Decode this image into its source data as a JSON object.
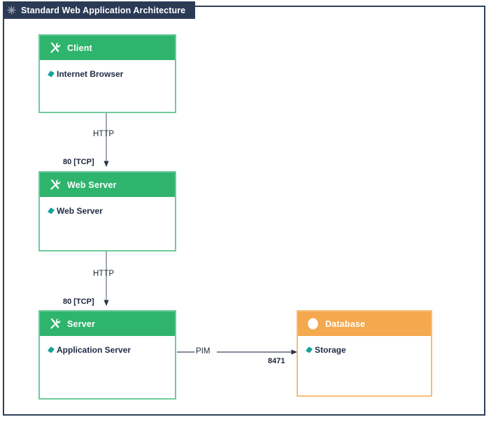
{
  "window": {
    "title": "Standard Web Application Architecture",
    "title_icon": "snowflake-icon",
    "border_color": "#2e4057",
    "title_bar_color": "#2b3a55"
  },
  "theme": {
    "green": "#2fb46e",
    "green_border": "#6ecb9b",
    "orange": "#f4a94e",
    "orange_border": "#f6bd79",
    "diamond": "#12a19a",
    "text": "#1f2a44"
  },
  "diagram": {
    "nodes": [
      {
        "id": "client",
        "title": "Client",
        "icon": "tools-icon",
        "color": "green",
        "items": [
          {
            "label": "Internet Browser",
            "icon": "diamond-bullet-icon"
          }
        ]
      },
      {
        "id": "web-server",
        "title": "Web Server",
        "icon": "tools-icon",
        "color": "green",
        "items": [
          {
            "label": "Web Server",
            "icon": "diamond-bullet-icon"
          }
        ]
      },
      {
        "id": "server",
        "title": "Server",
        "icon": "tools-icon",
        "color": "green",
        "items": [
          {
            "label": "Application Server",
            "icon": "diamond-bullet-icon"
          }
        ]
      },
      {
        "id": "database",
        "title": "Database",
        "icon": "cylinder-icon",
        "color": "orange",
        "items": [
          {
            "label": "Storage",
            "icon": "diamond-bullet-icon"
          }
        ]
      }
    ],
    "edges": [
      {
        "id": "client-to-web-server",
        "from": "client",
        "to": "web-server",
        "protocol": "HTTP",
        "port": "80 [TCP]"
      },
      {
        "id": "web-server-to-server",
        "from": "web-server",
        "to": "server",
        "protocol": "HTTP",
        "port": "80 [TCP]"
      },
      {
        "id": "server-to-database",
        "from": "server",
        "to": "database",
        "protocol": "PIM",
        "port": "8471"
      }
    ]
  }
}
